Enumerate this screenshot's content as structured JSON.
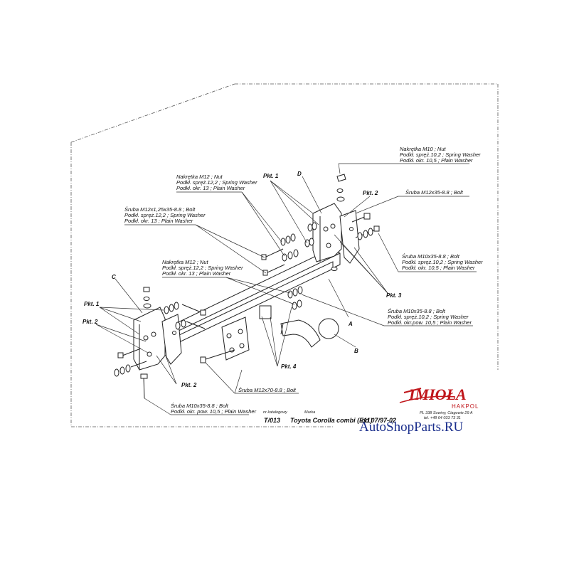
{
  "colors": {
    "logo_red": "#c0161b",
    "brand_blue": "#1a2e8c",
    "line": "#222222"
  },
  "callouts": {
    "top_right_nut": [
      "Nakrętka M10 ; Nut",
      "Podkł. spręż.10,2 ; Spring Washer",
      "Podkł. okr. 10,5 ; Plain Washer"
    ],
    "upper_nut_m12": [
      "Nakrętka M12 ; Nut",
      "Podkł. spręż.12,2 ; Spring Washer",
      "Podkł. okr. 13 ; Plain Washer"
    ],
    "bolt_m12x125": [
      "Śruba M12x1,25x35-8.8 ; Bolt",
      "Podkł. spręż.12,2 ; Spring Washer",
      "Podkł. okr. 13 ; Plain Washer"
    ],
    "right_bolt_m12x35": [
      "Śruba M12x35-8.8 ; Bolt"
    ],
    "right_bolt_m10": [
      "Śruba M10x35-8.8 ; Bolt",
      "Podkł. spręż.10,2 ; Spring Washer",
      "Podkł. okr. 10,5 ; Plain Washer"
    ],
    "middle_nut_m12": [
      "Nakrętka M12 ; Nut",
      "Podkł. spręż.12,2 ; Spring Washer",
      "Podkł. okr. 13 ; Plain Washer"
    ],
    "right_lower_bolt_m10": [
      "Śruba M10x35-8.8 ; Bolt",
      "Podkł. spręż.10,2 ; Spring Washer",
      "Podkł. okr.pow. 10,5 ; Plain Washer"
    ],
    "bolt_m12x70": [
      "Śruba M12x70-8.8 ; Bolt"
    ],
    "bottom_bolt_m10": [
      "Śruba M10x35-8.8 ; Bolt",
      "Podkł. okr. pow. 10,5 ; Plain Washer"
    ]
  },
  "points": {
    "pkt1_top": "Pkt. 1",
    "pkt2_top": "Pkt. 2",
    "pkt3": "Pkt. 3",
    "pkt1_left": "Pkt. 1",
    "pkt2_left": "Pkt. 2",
    "pkt2_bottom": "Pkt. 2",
    "pkt4": "Pkt. 4",
    "letter_a": "A",
    "letter_b": "B",
    "letter_c": "C",
    "letter_d": "D"
  },
  "title_block": {
    "nr_label": "nr katalogowy",
    "marka_label": "Marka",
    "code": "T/013",
    "model": "Toyota Corolla combi (E11)",
    "date": "od 07/97-02"
  },
  "logo": {
    "name": "IMIOŁA",
    "sub": "HAKPOL",
    "address1": "PL 338 Sowiny, Ciagowie 29 A",
    "address2": "tel. +48 64 033 73 31"
  },
  "watermark": "AutoShopParts.RU"
}
